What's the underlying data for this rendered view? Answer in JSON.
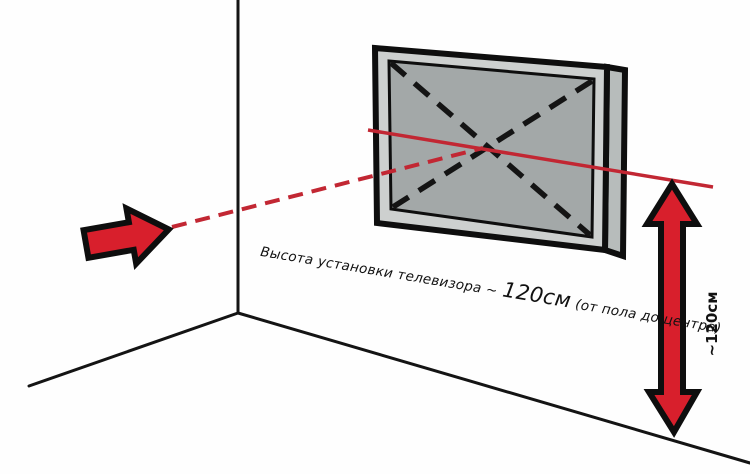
{
  "diagram": {
    "description": "TV wall mounting height diagram (room corner perspective)",
    "caption": {
      "part1": "Высота установки телевизора ~",
      "highlight": "120см",
      "part2": "(от пола до центра)"
    },
    "height_label": "~120см"
  },
  "colors": {
    "background": "#fefefe",
    "arrow_red": "#d81f2c",
    "line_red": "#c22733",
    "outline_black": "#0e0e0e",
    "tv_frame_gray": "#cdd0cf",
    "tv_side_gray": "#b7bcbb",
    "tv_screen_gray": "#a3a8a8"
  }
}
